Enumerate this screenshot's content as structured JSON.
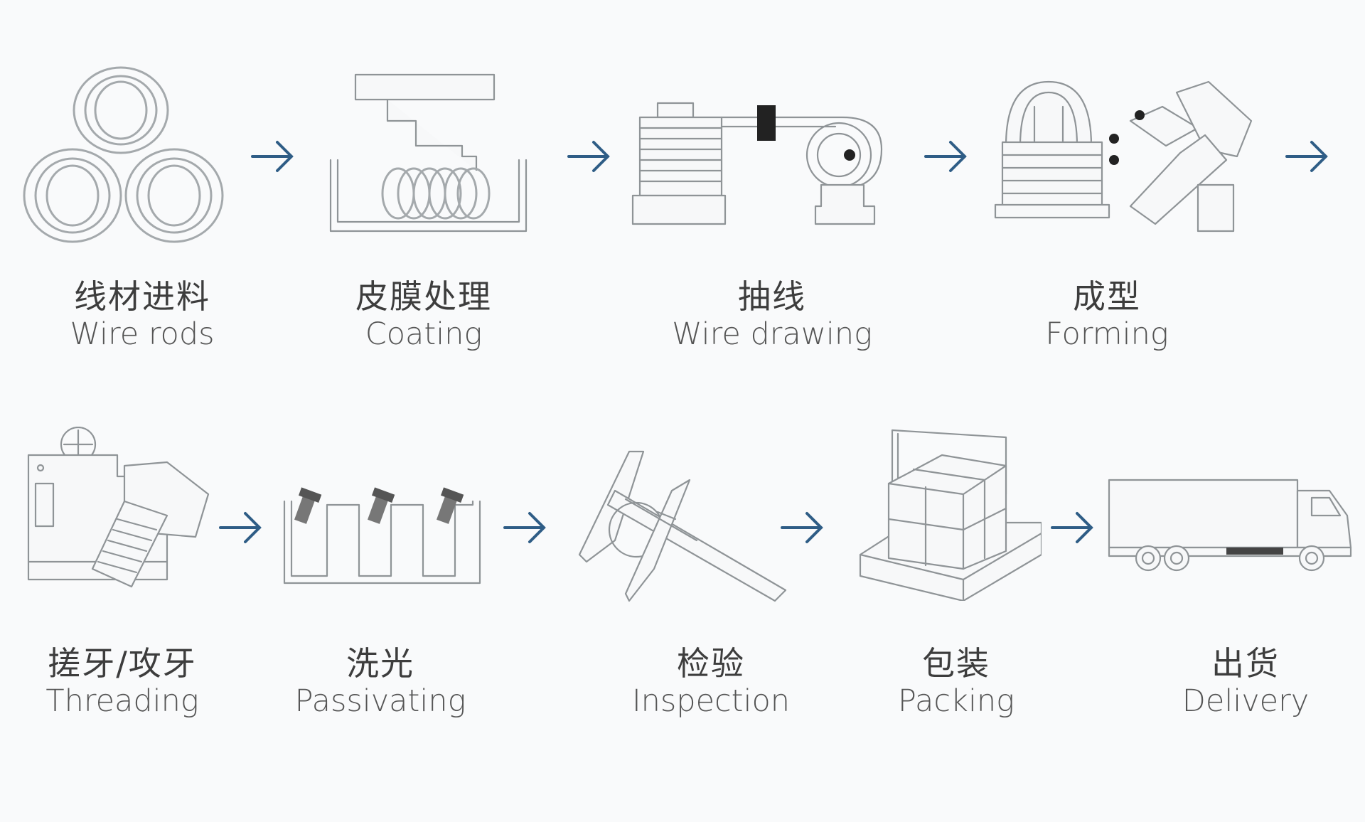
{
  "colors": {
    "background": "#f9fafb",
    "line": "#8f9497",
    "arrow": "#2f5d86",
    "text": "#444444",
    "accent_dark": "#222222"
  },
  "steps": [
    {
      "zh": "线材进料",
      "en": "Wire rods",
      "icon": "wire-rods-icon"
    },
    {
      "zh": "皮膜处理",
      "en": "Coating",
      "icon": "coating-tank-icon"
    },
    {
      "zh": "抽线",
      "en": "Wire drawing",
      "icon": "wire-drawing-machine-icon"
    },
    {
      "zh": "成型",
      "en": "Forming",
      "icon": "forming-machine-icon"
    },
    {
      "zh": "搓牙/攻牙",
      "en": "Threading",
      "icon": "threading-machine-icon"
    },
    {
      "zh": "洗光",
      "en": "Passivating",
      "icon": "passivating-tank-icon"
    },
    {
      "zh": "检验",
      "en": "Inspection",
      "icon": "caliper-icon"
    },
    {
      "zh": "包装",
      "en": "Packing",
      "icon": "packing-box-icon"
    },
    {
      "zh": "出货",
      "en": "Delivery",
      "icon": "delivery-truck-icon"
    }
  ]
}
